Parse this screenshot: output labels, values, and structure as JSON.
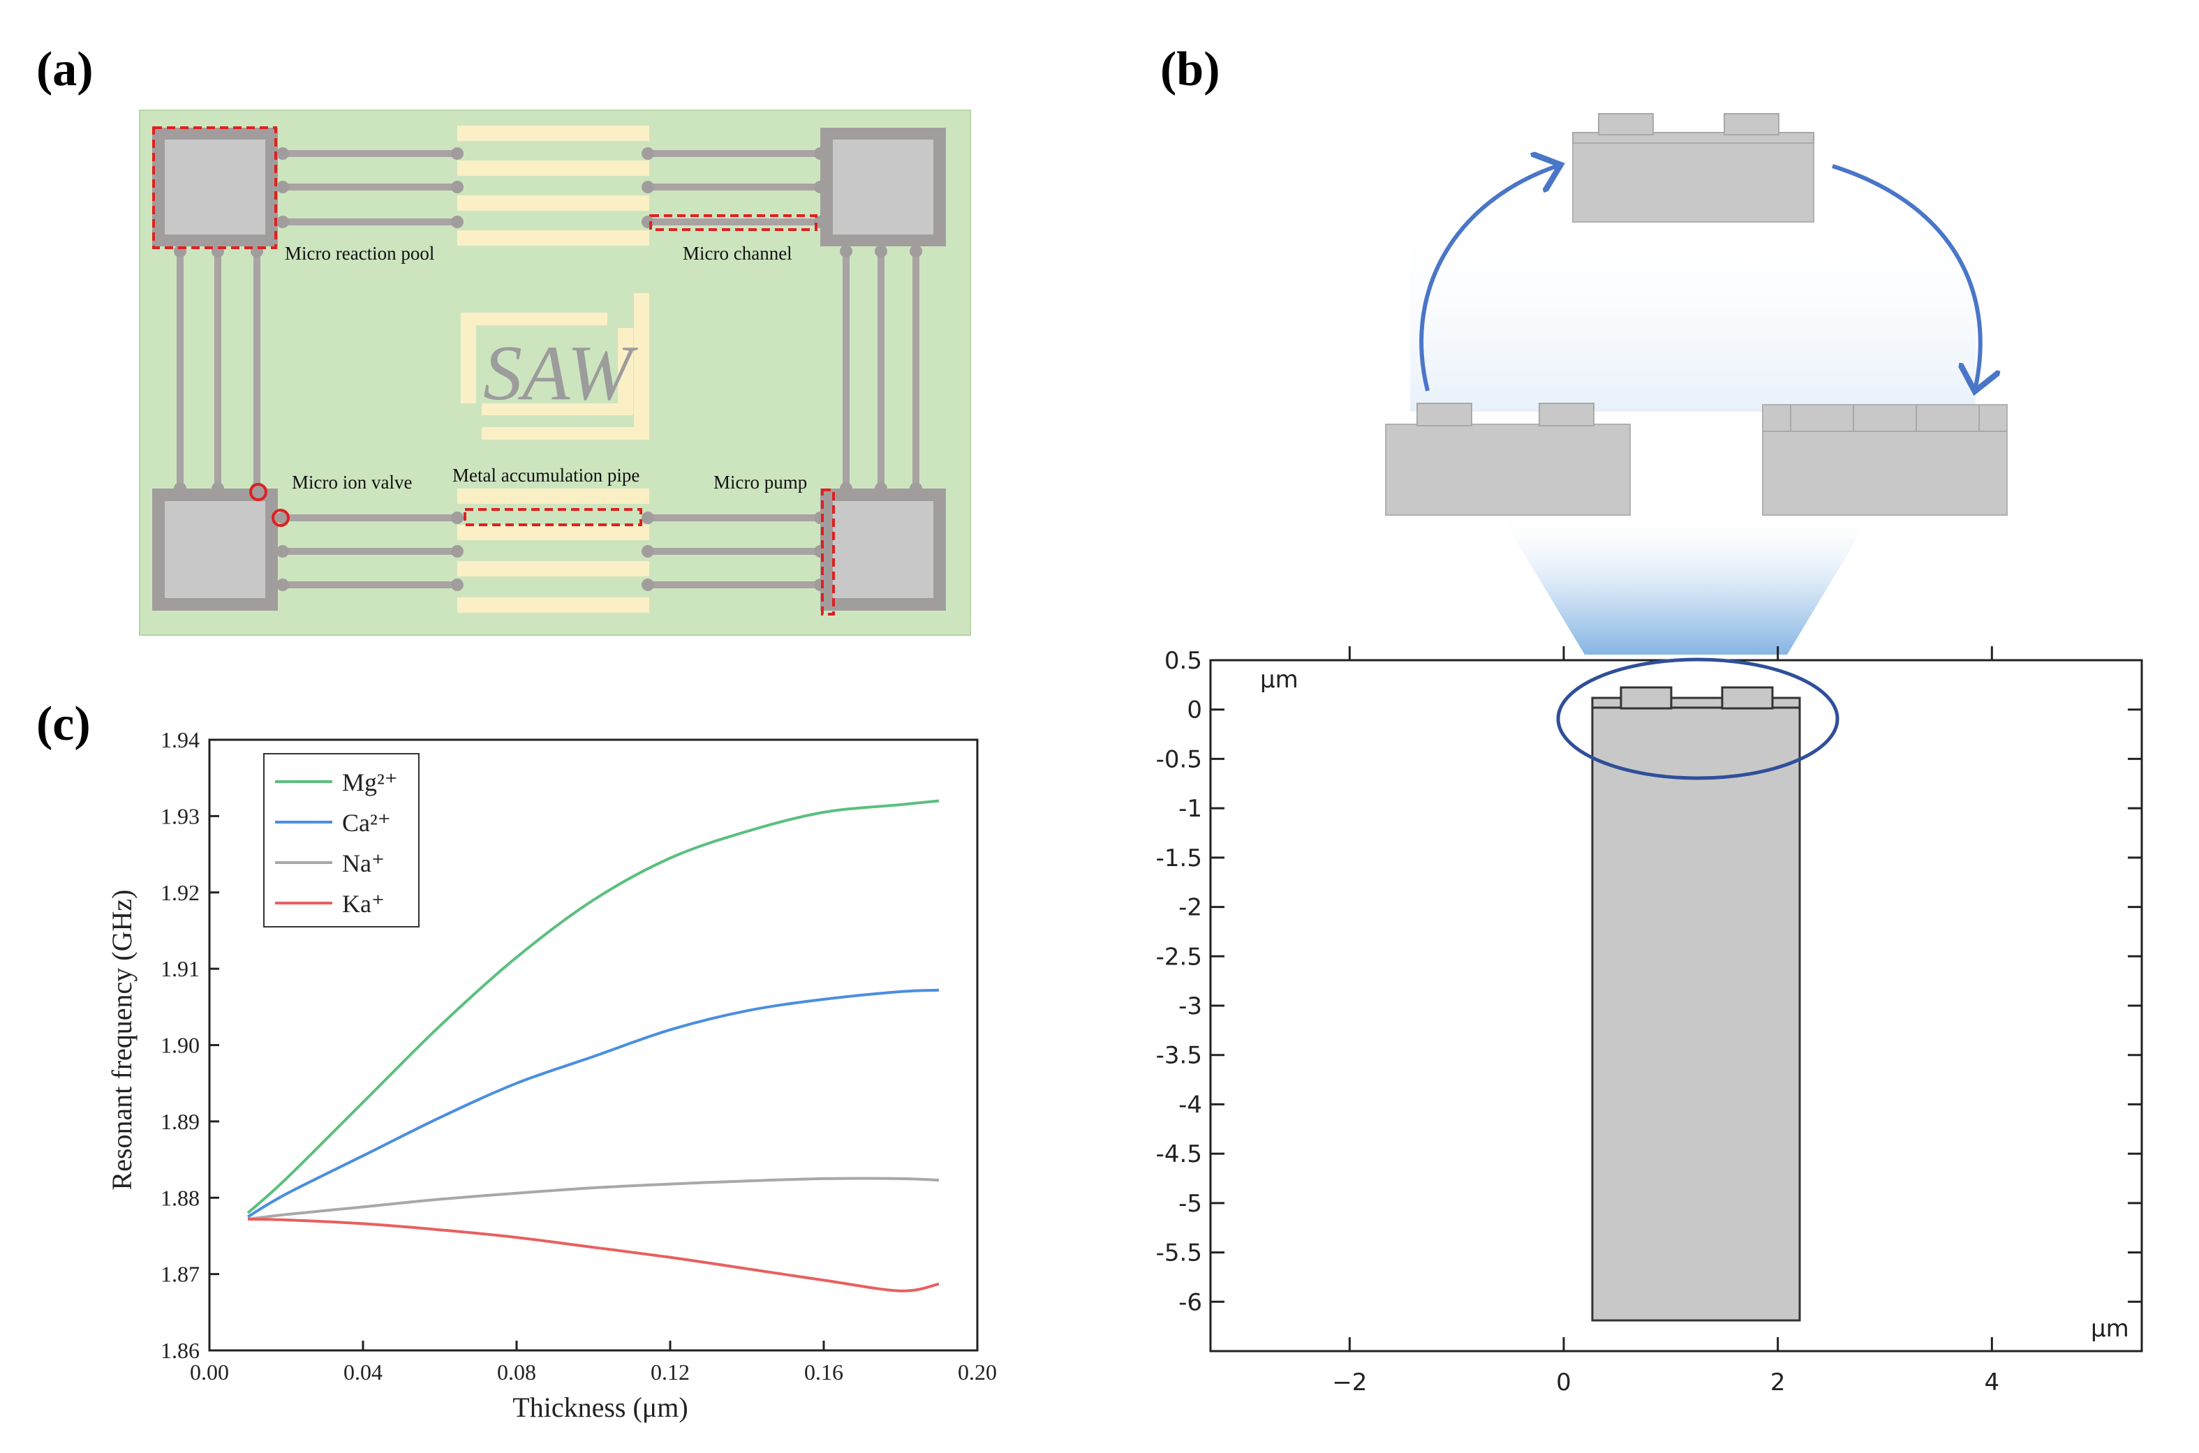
{
  "labels": {
    "a": "(a)",
    "b": "(b)",
    "c": "(c)"
  },
  "panel_a": {
    "background": "#cde5bf",
    "annotations": {
      "reaction_pool": "Micro reaction pool",
      "channel": "Micro channel",
      "ion_valve": "Micro ion valve",
      "accumulation_pipe": "Metal accumulation pipe",
      "pump": "Micro pump"
    },
    "saw": "SAW",
    "colors": {
      "chamber": "#c8c8c8",
      "frame": "#a29d9d",
      "electrode": "#fbefc6",
      "highlight": "#e02020"
    }
  },
  "panel_b": {
    "colors": {
      "arrow": "#4a76c8",
      "block": "#c8c8c8",
      "ellipse": "#2f4f9a",
      "beam": "#7fb0e0"
    },
    "y_unit": "μm",
    "x_unit": "μm",
    "y_ticks": [
      "0.5",
      "0",
      "-0.5",
      "-1",
      "-1.5",
      "-2",
      "-2.5",
      "-3",
      "-3.5",
      "-4",
      "-4.5",
      "-5",
      "-5.5",
      "-6"
    ],
    "x_ticks": [
      "−2",
      "0",
      "2",
      "4"
    ]
  },
  "chart_data": {
    "type": "line",
    "xlabel": "Thickness (μm)",
    "ylabel": "Resonant frequency (GHz)",
    "xlim": [
      0.0,
      0.2
    ],
    "ylim": [
      1.86,
      1.94
    ],
    "x_ticks": [
      "0.00",
      "0.04",
      "0.08",
      "0.12",
      "0.16",
      "0.20"
    ],
    "y_ticks": [
      "1.86",
      "1.87",
      "1.88",
      "1.89",
      "1.90",
      "1.91",
      "1.92",
      "1.93",
      "1.94"
    ],
    "grid": false,
    "legend_position": "top-left",
    "x": [
      0.01,
      0.02,
      0.04,
      0.06,
      0.08,
      0.1,
      0.12,
      0.14,
      0.16,
      0.18,
      0.19
    ],
    "series": [
      {
        "name": "Mg²⁺",
        "color": "#5bbf7f",
        "values": [
          1.878,
          1.8825,
          1.8925,
          1.9025,
          1.9115,
          1.919,
          1.9245,
          1.928,
          1.9305,
          1.9315,
          1.932
        ]
      },
      {
        "name": "Ca²⁺",
        "color": "#4a8ee0",
        "values": [
          1.8775,
          1.8805,
          1.8855,
          1.8905,
          1.895,
          1.8985,
          1.902,
          1.9045,
          1.906,
          1.907,
          1.9072
        ]
      },
      {
        "name": "Na⁺",
        "color": "#a8a8a8",
        "values": [
          1.8772,
          1.8778,
          1.8788,
          1.8798,
          1.8806,
          1.8813,
          1.8818,
          1.8822,
          1.8825,
          1.8825,
          1.8823
        ]
      },
      {
        "name": "Ka⁺",
        "color": "#e86060",
        "values": [
          1.8772,
          1.8771,
          1.8766,
          1.8758,
          1.8748,
          1.8735,
          1.8722,
          1.8707,
          1.8692,
          1.8678,
          1.8687
        ]
      }
    ]
  }
}
